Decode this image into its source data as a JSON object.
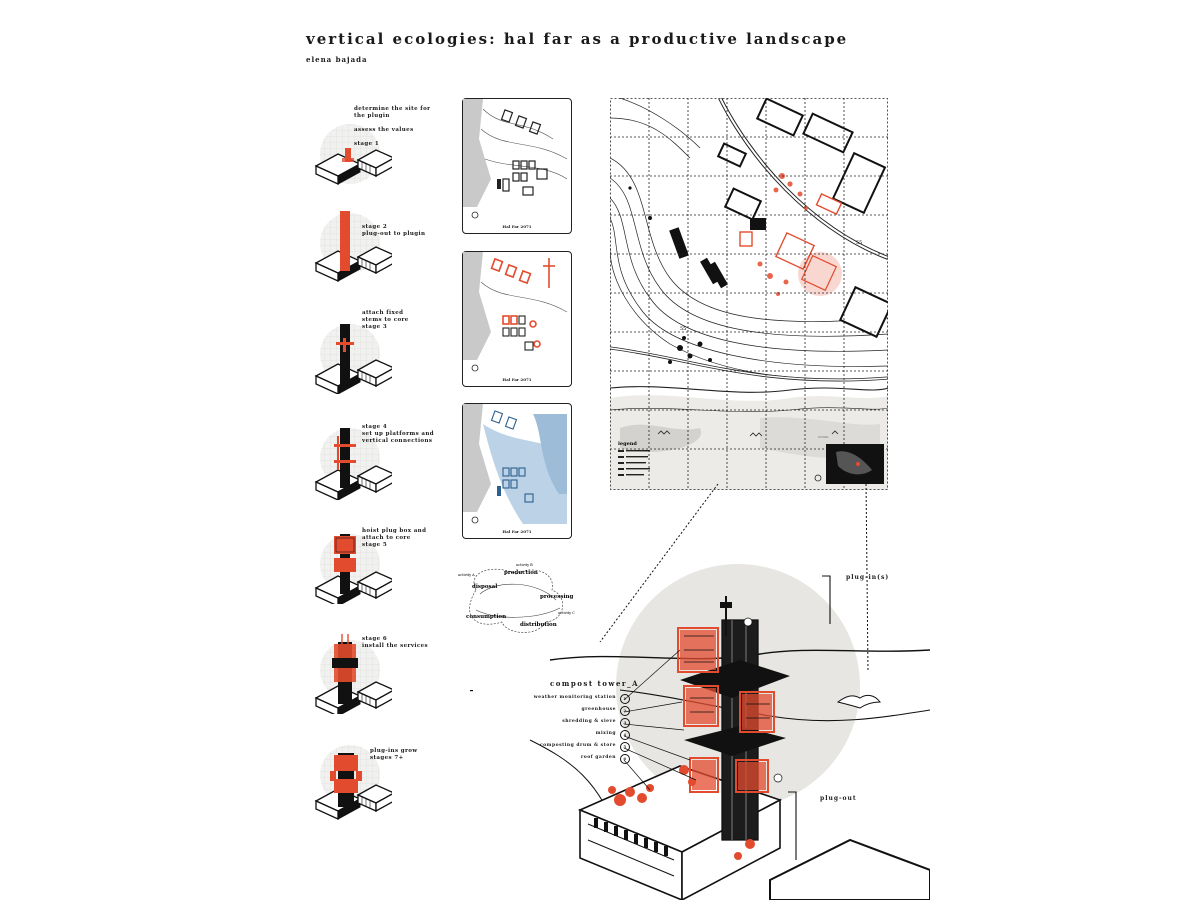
{
  "header": {
    "title": "vertical ecologies: hal far as a productive landscape",
    "author": "elena bajada"
  },
  "stages": [
    {
      "label": "determine the site for\nthe plugin\n\nassess the values\n\nstage 1"
    },
    {
      "label": "stage 2\nplug-out to plugin"
    },
    {
      "label": "attach fixed\nstems to core\nstage 3"
    },
    {
      "label": "stage 4\nset up platforms and\nvertical connections"
    },
    {
      "label": "hoist plug box and\nattach to core\nstage 5"
    },
    {
      "label": "stage 6\ninstall the services"
    },
    {
      "label": "plug-ins grow\nstages 7+"
    }
  ],
  "maps": [
    {
      "caption": "Hal Far 2071"
    },
    {
      "caption": "Hal Far 2071"
    },
    {
      "caption": "Hal Far 2071"
    }
  ],
  "cycle": {
    "nodes": [
      "production",
      "processing",
      "distribution",
      "consumption",
      "disposal"
    ],
    "markers": [
      "activity A",
      "activity B",
      "activity C"
    ]
  },
  "site_plan": {
    "legend_title": "legend",
    "contour_labels": [
      "55",
      "55"
    ],
    "sea_label": "ocean"
  },
  "tower": {
    "title": "compost tower_A",
    "plug_in_label": "plug-in(s)",
    "plug_out_label": "plug-out",
    "components": [
      {
        "n": "1",
        "label": "weather monitoring station"
      },
      {
        "n": "2",
        "label": "greenhouse"
      },
      {
        "n": "3",
        "label": "shredding & sieve"
      },
      {
        "n": "4",
        "label": "mixing"
      },
      {
        "n": "5",
        "label": "composting drum & store"
      },
      {
        "n": "6",
        "label": "roof garden"
      }
    ]
  },
  "colors": {
    "accent": "#e34b2e",
    "ink": "#1a1a1a",
    "grey_disc": "#e4e4e1",
    "water_blue": "#7aa4c8"
  }
}
